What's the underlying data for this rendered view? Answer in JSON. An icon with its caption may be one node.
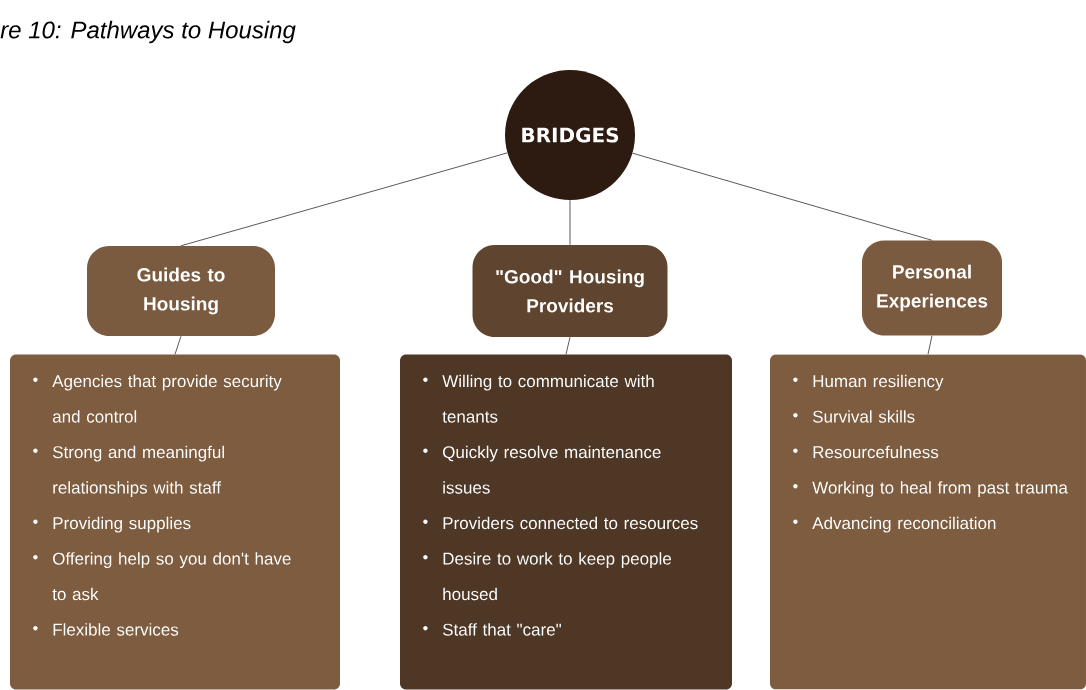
{
  "diagram": {
    "title": "re 10: Pathways to Housing",
    "nodes": [
      {
        "text": [
          "BRIDGES"
        ]
      },
      {
        "text": [
          "Guides to Housing"
        ]
      },
      {
        "text": [
          "\"Good\" Housing Providers"
        ]
      },
      {
        "text": [
          "Personal Experiences"
        ]
      },
      {
        "text": [
          "Agencies that provide security and control",
          "Strong and meaningful relationships with staff",
          "Providing supplies",
          "Offering help so you don't have to ask",
          "Flexible services"
        ]
      },
      {
        "text": [
          "Willing to communicate with tenants",
          "Quickly resolve maintenance issues",
          "Providers connected to resources",
          "Desire to work to keep people housed",
          "Staff that \"care\""
        ]
      },
      {
        "text": [
          "Human resiliency",
          "Survival skills",
          "Resourcefulness",
          "Working to heal from past trauma",
          "Advancing reconciliation"
        ]
      }
    ],
    "edges": [
      {
        "from": 0,
        "to": 1,
        "arrow": "none"
      },
      {
        "from": 0,
        "to": 2,
        "arrow": "none"
      },
      {
        "from": 0,
        "to": 3,
        "arrow": "none"
      },
      {
        "from": 1,
        "to": 4,
        "arrow": "none"
      },
      {
        "from": 2,
        "to": 5,
        "arrow": "none"
      },
      {
        "from": 3,
        "to": 6,
        "arrow": "none"
      }
    ]
  }
}
